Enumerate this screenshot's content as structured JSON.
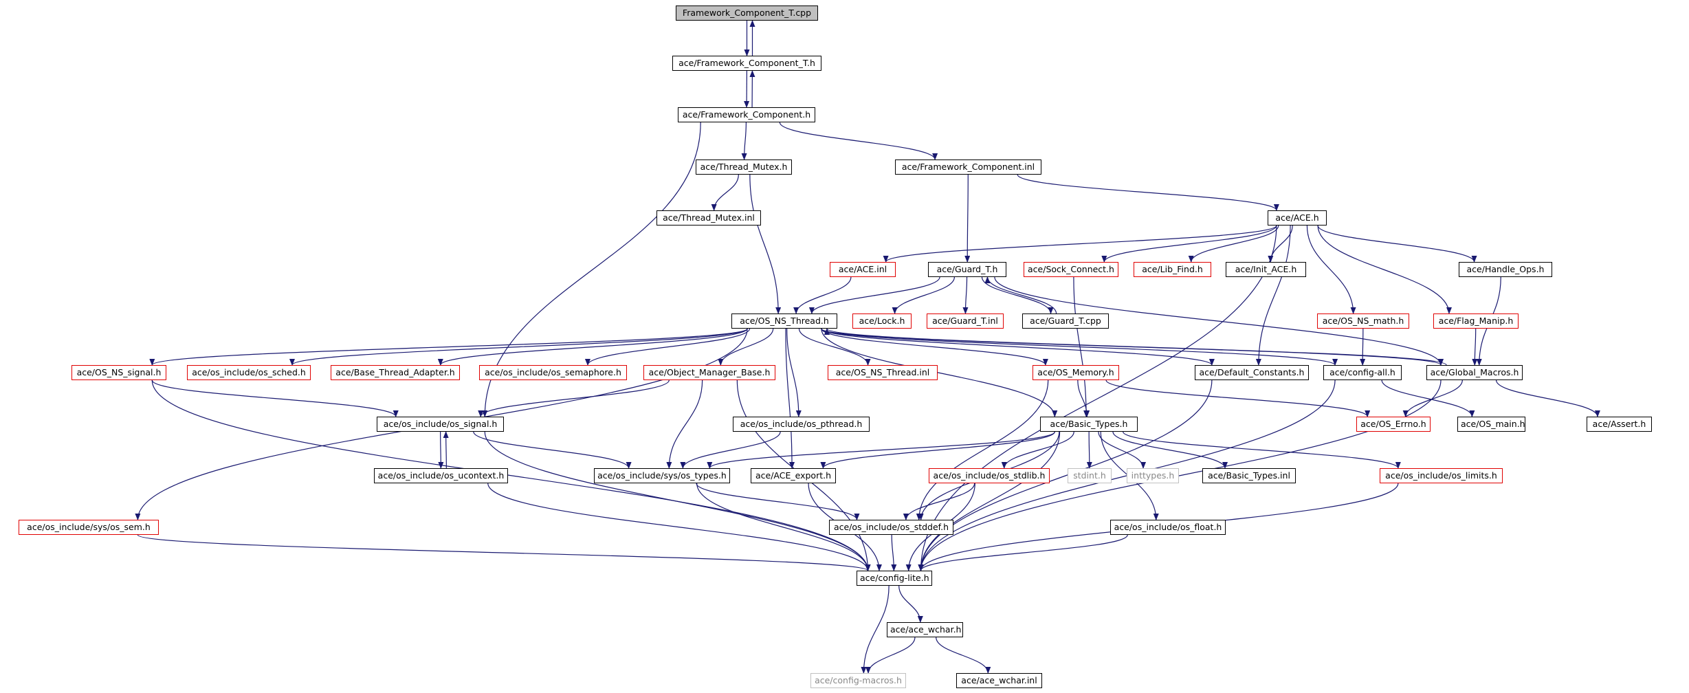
{
  "colors": {
    "edge": "#191970",
    "border": "#000000",
    "incomplete": "#e00000",
    "external": "#c0c0c0",
    "root_fill": "#bfbfbf"
  },
  "nodes": [
    {
      "id": "fct_cpp",
      "label": "Framework_Component_T.cpp",
      "style": "root"
    },
    {
      "id": "fct_h",
      "label": "ace/Framework_Component_T.h",
      "style": "black"
    },
    {
      "id": "fc_h",
      "label": "ace/Framework_Component.h",
      "style": "black"
    },
    {
      "id": "tm_h",
      "label": "ace/Thread_Mutex.h",
      "style": "black"
    },
    {
      "id": "fc_inl",
      "label": "ace/Framework_Component.inl",
      "style": "black"
    },
    {
      "id": "tm_inl",
      "label": "ace/Thread_Mutex.inl",
      "style": "black"
    },
    {
      "id": "ace_h",
      "label": "ace/ACE.h",
      "style": "black"
    },
    {
      "id": "ace_inl",
      "label": "ace/ACE.inl",
      "style": "red"
    },
    {
      "id": "guard_h",
      "label": "ace/Guard_T.h",
      "style": "black"
    },
    {
      "id": "sock",
      "label": "ace/Sock_Connect.h",
      "style": "red"
    },
    {
      "id": "libfind",
      "label": "ace/Lib_Find.h",
      "style": "red"
    },
    {
      "id": "initace",
      "label": "ace/Init_ACE.h",
      "style": "black"
    },
    {
      "id": "handle",
      "label": "ace/Handle_Ops.h",
      "style": "black"
    },
    {
      "id": "osnsthread",
      "label": "ace/OS_NS_Thread.h",
      "style": "black"
    },
    {
      "id": "lock",
      "label": "ace/Lock.h",
      "style": "red"
    },
    {
      "id": "guard_inl",
      "label": "ace/Guard_T.inl",
      "style": "red"
    },
    {
      "id": "guard_cpp",
      "label": "ace/Guard_T.cpp",
      "style": "black"
    },
    {
      "id": "osnsmath",
      "label": "ace/OS_NS_math.h",
      "style": "red"
    },
    {
      "id": "flag",
      "label": "ace/Flag_Manip.h",
      "style": "red"
    },
    {
      "id": "osnssignal",
      "label": "ace/OS_NS_signal.h",
      "style": "red"
    },
    {
      "id": "ossched",
      "label": "ace/os_include/os_sched.h",
      "style": "red"
    },
    {
      "id": "basethread",
      "label": "ace/Base_Thread_Adapter.h",
      "style": "red"
    },
    {
      "id": "ossem",
      "label": "ace/os_include/os_semaphore.h",
      "style": "red"
    },
    {
      "id": "objmgr",
      "label": "ace/Object_Manager_Base.h",
      "style": "red"
    },
    {
      "id": "osnsthreadinl",
      "label": "ace/OS_NS_Thread.inl",
      "style": "red"
    },
    {
      "id": "osmemory",
      "label": "ace/OS_Memory.h",
      "style": "red"
    },
    {
      "id": "defconst",
      "label": "ace/Default_Constants.h",
      "style": "black"
    },
    {
      "id": "configall",
      "label": "ace/config-all.h",
      "style": "black"
    },
    {
      "id": "globalmacros",
      "label": "ace/Global_Macros.h",
      "style": "black"
    },
    {
      "id": "ossignal",
      "label": "ace/os_include/os_signal.h",
      "style": "black"
    },
    {
      "id": "ospthread",
      "label": "ace/os_include/os_pthread.h",
      "style": "black"
    },
    {
      "id": "basictypes",
      "label": "ace/Basic_Types.h",
      "style": "black"
    },
    {
      "id": "oserrno",
      "label": "ace/OS_Errno.h",
      "style": "red"
    },
    {
      "id": "osmain",
      "label": "ace/OS_main.h",
      "style": "black"
    },
    {
      "id": "assert",
      "label": "ace/Assert.h",
      "style": "black"
    },
    {
      "id": "osucontext",
      "label": "ace/os_include/os_ucontext.h",
      "style": "black"
    },
    {
      "id": "systypes",
      "label": "ace/os_include/sys/os_types.h",
      "style": "black"
    },
    {
      "id": "aceexport",
      "label": "ace/ACE_export.h",
      "style": "black"
    },
    {
      "id": "osstdlib",
      "label": "ace/os_include/os_stdlib.h",
      "style": "red"
    },
    {
      "id": "stdint",
      "label": "stdint.h",
      "style": "gray"
    },
    {
      "id": "inttypes",
      "label": "inttypes.h",
      "style": "gray"
    },
    {
      "id": "basictypesinl",
      "label": "ace/Basic_Types.inl",
      "style": "black"
    },
    {
      "id": "oslimits",
      "label": "ace/os_include/os_limits.h",
      "style": "red"
    },
    {
      "id": "syssem",
      "label": "ace/os_include/sys/os_sem.h",
      "style": "red"
    },
    {
      "id": "osstddef",
      "label": "ace/os_include/os_stddef.h",
      "style": "black"
    },
    {
      "id": "osfloat",
      "label": "ace/os_include/os_float.h",
      "style": "black"
    },
    {
      "id": "configlite",
      "label": "ace/config-lite.h",
      "style": "black"
    },
    {
      "id": "acewchar",
      "label": "ace/ace_wchar.h",
      "style": "black"
    },
    {
      "id": "configmacros",
      "label": "ace/config-macros.h",
      "style": "gray"
    },
    {
      "id": "acewcharinl",
      "label": "ace/ace_wchar.inl",
      "style": "black"
    }
  ],
  "edges": [
    [
      "fct_cpp",
      "fct_h"
    ],
    [
      "fct_h",
      "fct_cpp"
    ],
    [
      "fct_h",
      "fc_h"
    ],
    [
      "fc_h",
      "fct_h"
    ],
    [
      "fc_h",
      "tm_h"
    ],
    [
      "fc_h",
      "fc_inl"
    ],
    [
      "fc_h",
      "ossignal"
    ],
    [
      "tm_h",
      "tm_inl"
    ],
    [
      "tm_h",
      "osnsthread"
    ],
    [
      "fc_inl",
      "guard_h"
    ],
    [
      "fc_inl",
      "ace_h"
    ],
    [
      "ace_h",
      "ace_inl"
    ],
    [
      "ace_h",
      "sock"
    ],
    [
      "ace_h",
      "libfind"
    ],
    [
      "ace_h",
      "initace"
    ],
    [
      "ace_h",
      "handle"
    ],
    [
      "ace_h",
      "osnsmath"
    ],
    [
      "ace_h",
      "flag"
    ],
    [
      "ace_h",
      "defconst"
    ],
    [
      "ace_h",
      "configlite"
    ],
    [
      "ace_inl",
      "osnsthread"
    ],
    [
      "guard_h",
      "osnsthread"
    ],
    [
      "guard_h",
      "lock"
    ],
    [
      "guard_h",
      "guard_inl"
    ],
    [
      "guard_h",
      "guard_cpp"
    ],
    [
      "guard_cpp",
      "guard_h"
    ],
    [
      "guard_h",
      "globalmacros"
    ],
    [
      "sock",
      "basictypes"
    ],
    [
      "handle",
      "globalmacros"
    ],
    [
      "osnsmath",
      "configall"
    ],
    [
      "flag",
      "globalmacros"
    ],
    [
      "osnsthread",
      "osnssignal"
    ],
    [
      "osnsthread",
      "ossched"
    ],
    [
      "osnsthread",
      "basethread"
    ],
    [
      "osnsthread",
      "ossem"
    ],
    [
      "osnsthread",
      "objmgr"
    ],
    [
      "osnsthread",
      "osnsthreadinl"
    ],
    [
      "osnsthread",
      "osmemory"
    ],
    [
      "osnsthread",
      "defconst"
    ],
    [
      "osnsthread",
      "configall"
    ],
    [
      "osnsthread",
      "globalmacros"
    ],
    [
      "globalmacros",
      "osnsthread"
    ],
    [
      "osnsthread",
      "ospthread"
    ],
    [
      "osnsthread",
      "basictypes"
    ],
    [
      "osnsthread",
      "syssem"
    ],
    [
      "osnsthread",
      "aceexport"
    ],
    [
      "osnssignal",
      "ossignal"
    ],
    [
      "osnssignal",
      "configlite"
    ],
    [
      "objmgr",
      "ossignal"
    ],
    [
      "objmgr",
      "systypes"
    ],
    [
      "objmgr",
      "configlite"
    ],
    [
      "osmemory",
      "basictypes"
    ],
    [
      "osmemory",
      "osstddef"
    ],
    [
      "osmemory",
      "oserrno"
    ],
    [
      "defconst",
      "configlite"
    ],
    [
      "configall",
      "osmain"
    ],
    [
      "configall",
      "configlite"
    ],
    [
      "globalmacros",
      "oserrno"
    ],
    [
      "globalmacros",
      "assert"
    ],
    [
      "globalmacros",
      "configlite"
    ],
    [
      "ossignal",
      "osucontext"
    ],
    [
      "osucontext",
      "ossignal"
    ],
    [
      "ossignal",
      "systypes"
    ],
    [
      "ossignal",
      "configlite"
    ],
    [
      "ospthread",
      "systypes"
    ],
    [
      "basictypes",
      "systypes"
    ],
    [
      "basictypes",
      "aceexport"
    ],
    [
      "basictypes",
      "osstdlib"
    ],
    [
      "basictypes",
      "stdint"
    ],
    [
      "basictypes",
      "inttypes"
    ],
    [
      "basictypes",
      "basictypesinl"
    ],
    [
      "basictypes",
      "oslimits"
    ],
    [
      "basictypes",
      "osfloat"
    ],
    [
      "basictypes",
      "osstddef"
    ],
    [
      "basictypes",
      "configlite"
    ],
    [
      "osucontext",
      "configlite"
    ],
    [
      "systypes",
      "osstddef"
    ],
    [
      "systypes",
      "configlite"
    ],
    [
      "aceexport",
      "configlite"
    ],
    [
      "osstdlib",
      "osstddef"
    ],
    [
      "osstdlib",
      "configlite"
    ],
    [
      "oslimits",
      "configlite"
    ],
    [
      "syssem",
      "configlite"
    ],
    [
      "osstddef",
      "configlite"
    ],
    [
      "osfloat",
      "configlite"
    ],
    [
      "configlite",
      "acewchar"
    ],
    [
      "configlite",
      "configmacros"
    ],
    [
      "acewchar",
      "configmacros"
    ],
    [
      "acewchar",
      "acewcharinl"
    ]
  ]
}
